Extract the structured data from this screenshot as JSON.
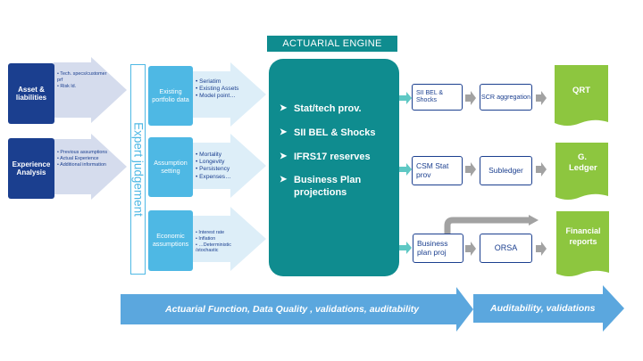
{
  "inputs": [
    {
      "title": "Asset & liabilities",
      "bullets": [
        "Tech. specs/customer prf",
        "Risk ld."
      ]
    },
    {
      "title": "Experience Analysis",
      "bullets": [
        "Previous assumptions",
        "Actual Experience",
        "Additional information"
      ]
    }
  ],
  "expert_label": "Expert judgement",
  "blocks": [
    {
      "title": "Existing portfolio data",
      "bullets": [
        "Seriatim",
        "Existing Assets",
        "Model point…"
      ]
    },
    {
      "title": "Assumption setting",
      "bullets": [
        "Mortality",
        "Longevity",
        "Persistency",
        "Expenses…"
      ]
    },
    {
      "title": "Economic assumptions",
      "bullets": [
        "Interest rate",
        "Inflation",
        "…Deterministic /stochastic"
      ]
    }
  ],
  "engine": {
    "title": "ACTUARIAL ENGINE",
    "items": [
      "Stat/tech prov.",
      "SII BEL & Shocks",
      "IFRS17 reserves",
      "Business Plan projections"
    ]
  },
  "outputs": {
    "row1": {
      "a": "SII BEL & Shocks",
      "b": "SCR aggregation",
      "report": "QRT"
    },
    "row2": {
      "a": "CSM Stat prov",
      "b": "Subledger",
      "report": "G. Ledger"
    },
    "row3": {
      "a": "Business plan proj",
      "b": "ORSA",
      "report": "Financial reports"
    }
  },
  "band": {
    "left": "Actuarial Function, Data Quality , validations, auditability",
    "right": "Auditability, validations"
  },
  "colors": {
    "navy": "#1b3f8f",
    "light_blue": "#4eb8e4",
    "teal": "#0f8c8f",
    "green": "#8dc63f",
    "band_blue": "#5ba7de"
  }
}
